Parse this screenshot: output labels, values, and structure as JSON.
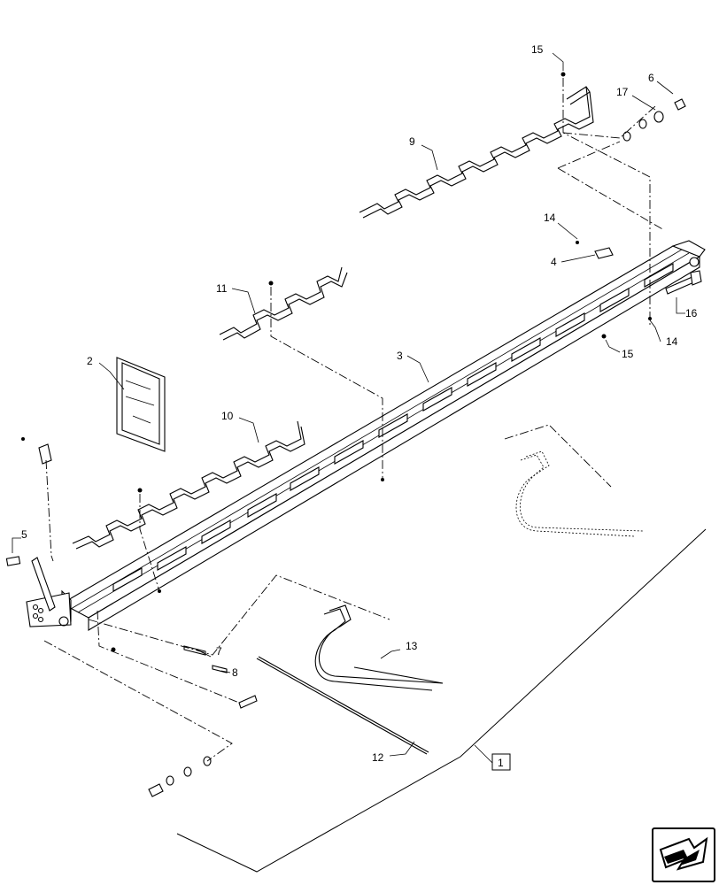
{
  "diagram": {
    "type": "exploded-parts-diagram",
    "callouts": [
      {
        "id": "c1",
        "text": "1"
      },
      {
        "id": "c2",
        "text": "2"
      },
      {
        "id": "c3",
        "text": "3"
      },
      {
        "id": "c4",
        "text": "4"
      },
      {
        "id": "c5",
        "text": "5"
      },
      {
        "id": "c6",
        "text": "6"
      },
      {
        "id": "c7",
        "text": "7"
      },
      {
        "id": "c8",
        "text": "8"
      },
      {
        "id": "c9",
        "text": "9"
      },
      {
        "id": "c10",
        "text": "10"
      },
      {
        "id": "c11",
        "text": "11"
      },
      {
        "id": "c12",
        "text": "12"
      },
      {
        "id": "c13",
        "text": "13"
      },
      {
        "id": "c14a",
        "text": "14"
      },
      {
        "id": "c14b",
        "text": "14"
      },
      {
        "id": "c15a",
        "text": "15"
      },
      {
        "id": "c15b",
        "text": "15"
      },
      {
        "id": "c16",
        "text": "16"
      },
      {
        "id": "c17",
        "text": "17"
      }
    ],
    "nav_icon": "next-page-arrow-icon"
  }
}
